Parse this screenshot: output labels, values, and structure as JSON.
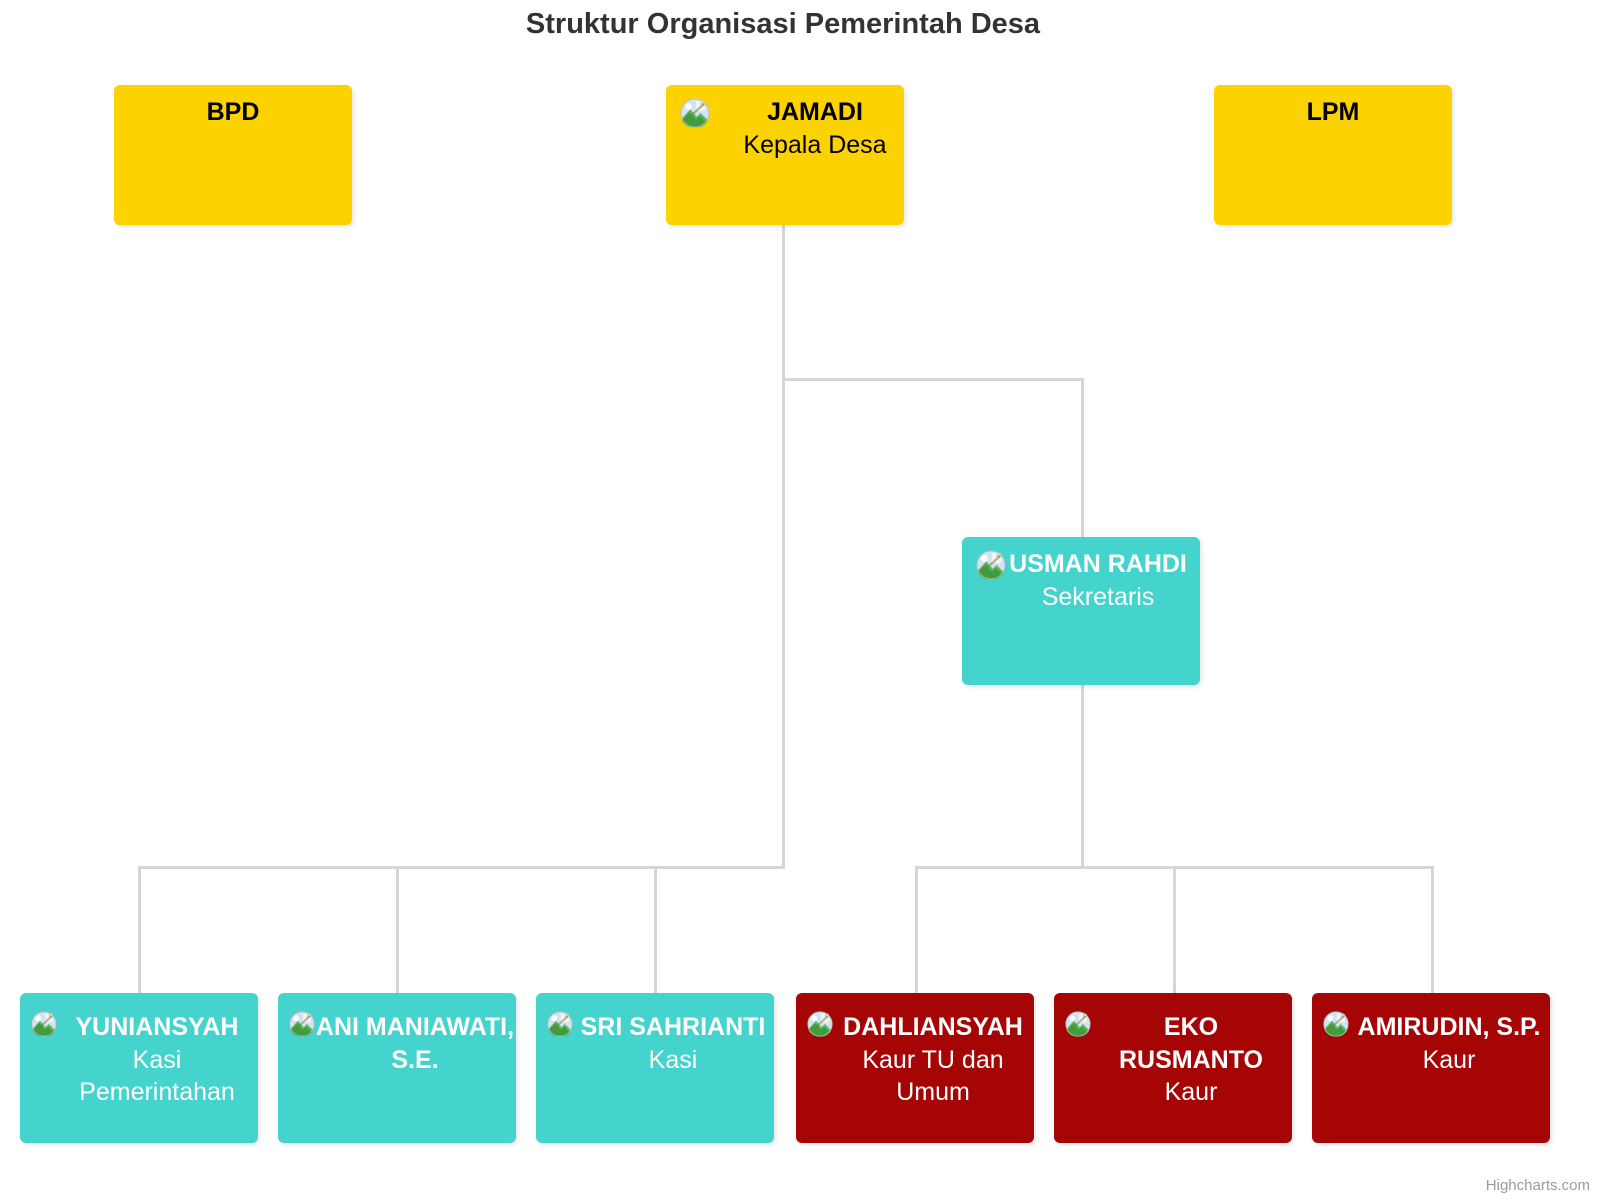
{
  "chart": {
    "title": "Struktur Organisasi Pemerintah Desa",
    "credit": "Highcharts.com",
    "colors": {
      "yellow": "#fcd200",
      "teal": "#45d3ce",
      "red": "#a50505",
      "link": "#d6d6d6",
      "title_text": "#333333",
      "credit_text": "#9b9b9b",
      "background": "#ffffff"
    }
  },
  "chart_data": {
    "type": "organization",
    "title": "Struktur Organisasi Pemerintah Desa",
    "nodes": [
      {
        "id": "bpd",
        "name": "BPD",
        "titleText": "",
        "color": "#fcd200",
        "hasPhoto": false,
        "level": 0
      },
      {
        "id": "kades",
        "name": "JAMADI",
        "titleText": "Kepala Desa",
        "color": "#fcd200",
        "hasPhoto": true,
        "level": 0
      },
      {
        "id": "lpm",
        "name": "LPM",
        "titleText": "",
        "color": "#fcd200",
        "hasPhoto": false,
        "level": 0
      },
      {
        "id": "sekretaris",
        "name": "USMAN RAHDI",
        "titleText": "Sekretaris",
        "color": "#45d3ce",
        "hasPhoto": true,
        "level": 1
      },
      {
        "id": "kasi1",
        "name": "YUNIANSYAH",
        "titleText": "Kasi Pemerintahan",
        "color": "#45d3ce",
        "hasPhoto": true,
        "level": 2
      },
      {
        "id": "kasi2",
        "name": "ANI MANIAWATI, S.E.",
        "titleText": "",
        "color": "#45d3ce",
        "hasPhoto": true,
        "level": 2
      },
      {
        "id": "kasi3",
        "name": "SRI SAHRIANTI",
        "titleText": "Kasi",
        "color": "#45d3ce",
        "hasPhoto": true,
        "level": 2
      },
      {
        "id": "kaur1",
        "name": "DAHLIANSYAH",
        "titleText": "Kaur TU dan Umum",
        "color": "#a50505",
        "hasPhoto": true,
        "level": 2
      },
      {
        "id": "kaur2",
        "name": "EKO RUSMANTO",
        "titleText": "Kaur",
        "color": "#a50505",
        "hasPhoto": true,
        "level": 2
      },
      {
        "id": "kaur3",
        "name": "AMIRUDIN, S.P.",
        "titleText": "Kaur",
        "color": "#a50505",
        "hasPhoto": true,
        "level": 2
      }
    ],
    "links": [
      {
        "from": "kades",
        "to": "sekretaris"
      },
      {
        "from": "kades",
        "to": "kasi1"
      },
      {
        "from": "kades",
        "to": "kasi2"
      },
      {
        "from": "kades",
        "to": "kasi3"
      },
      {
        "from": "sekretaris",
        "to": "kaur1"
      },
      {
        "from": "sekretaris",
        "to": "kaur2"
      },
      {
        "from": "sekretaris",
        "to": "kaur3"
      }
    ]
  },
  "nodes": {
    "bpd": {
      "name": "BPD",
      "title": ""
    },
    "kades": {
      "name": "JAMADI",
      "title": "Kepala Desa"
    },
    "lpm": {
      "name": "LPM",
      "title": ""
    },
    "sekretaris": {
      "name": "USMAN RAHDI",
      "title": "Sekretaris"
    },
    "kasi1": {
      "name": "YUNIANSYAH",
      "title": "Kasi Pemerintahan"
    },
    "kasi2": {
      "name": "ANI MANIAWATI, S.E.",
      "title": ""
    },
    "kasi3": {
      "name": "SRI SAHRIANTI",
      "title": "Kasi"
    },
    "kaur1": {
      "name": "DAHLIANSYAH",
      "title": "Kaur TU dan Umum"
    },
    "kaur2": {
      "name": "EKO RUSMANTO",
      "title": "Kaur"
    },
    "kaur3": {
      "name": "AMIRUDIN, S.P.",
      "title": "Kaur"
    }
  }
}
